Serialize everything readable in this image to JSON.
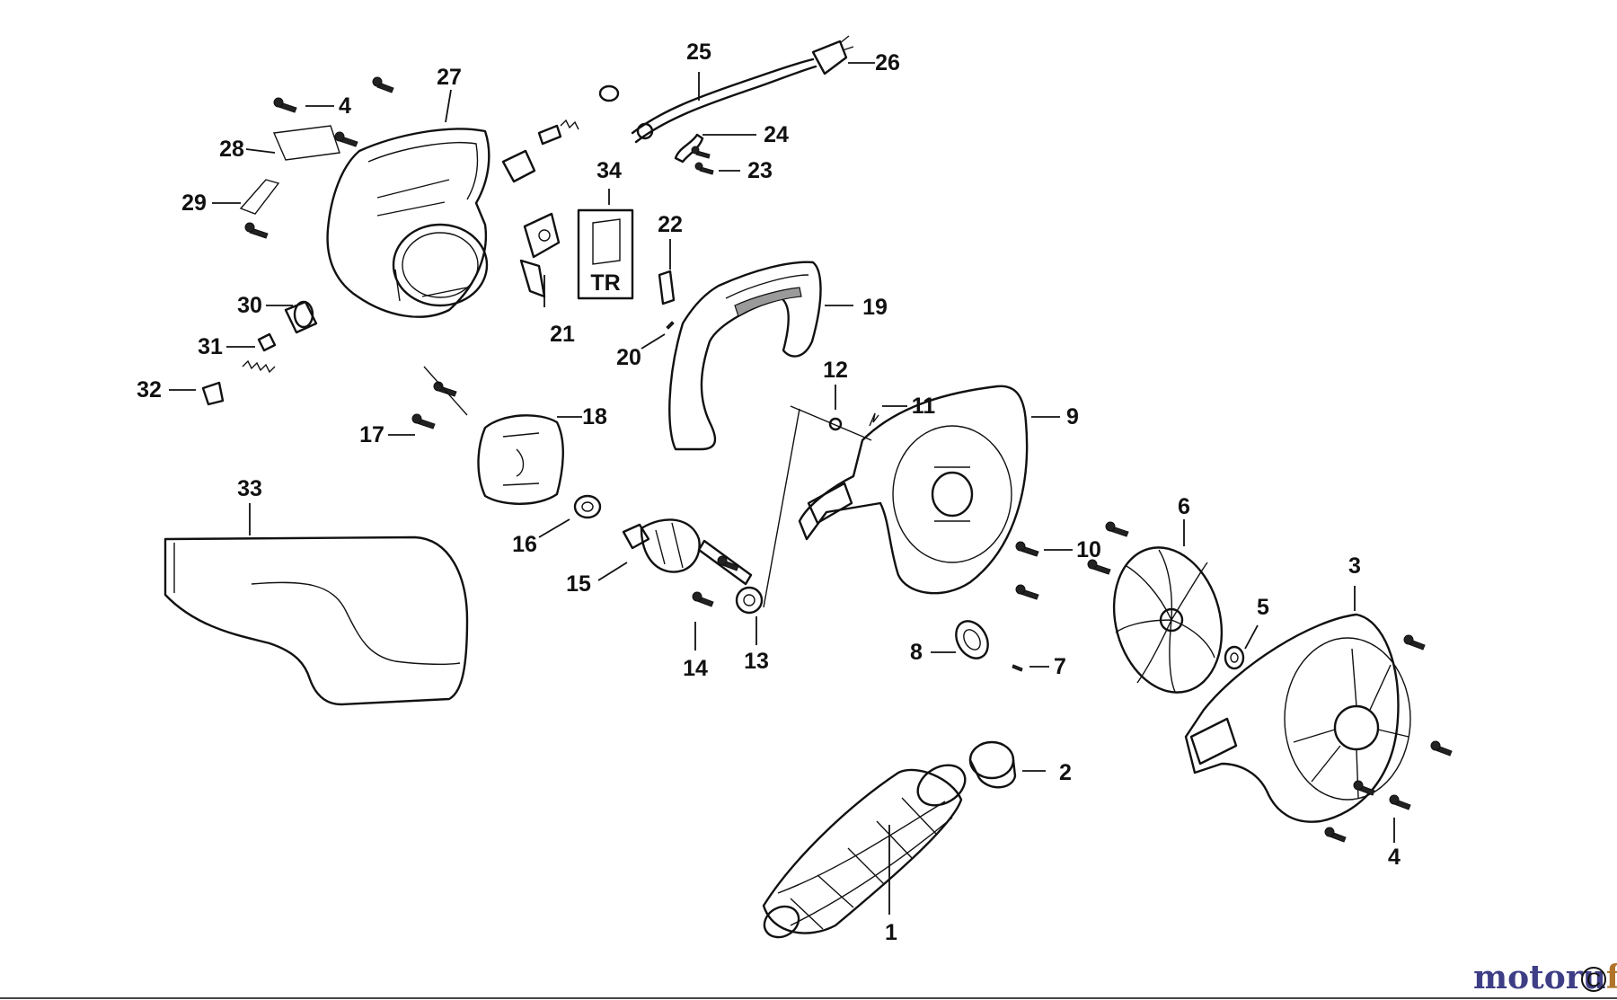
{
  "diagram": {
    "labels": [
      "1",
      "2",
      "3",
      "4",
      "5",
      "6",
      "7",
      "8",
      "9",
      "10",
      "11",
      "12",
      "13",
      "14",
      "15",
      "16",
      "17",
      "18",
      "19",
      "20",
      "21",
      "22",
      "23",
      "24",
      "25",
      "26",
      "27",
      "28",
      "29",
      "30",
      "31",
      "32",
      "33",
      "34"
    ],
    "switch_code": "TR",
    "corner_mark": "C",
    "watermark": {
      "part1": "motoru",
      "part2": "f"
    }
  }
}
